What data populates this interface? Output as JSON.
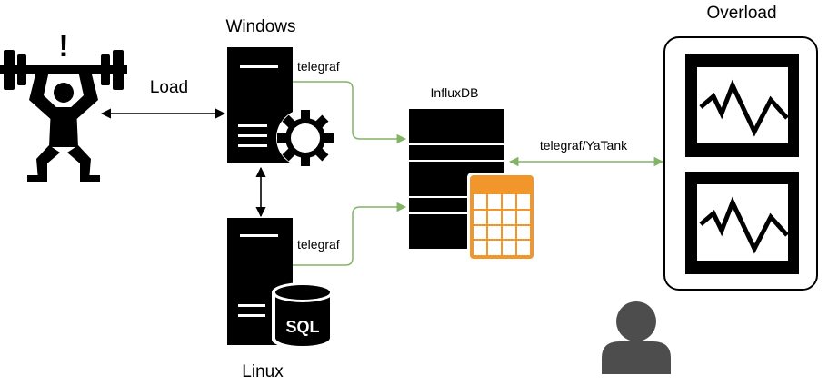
{
  "labels": {
    "load": "Load",
    "windows": "Windows",
    "linux": "Linux",
    "influxdb": "InfluxDB",
    "overload": "Overload",
    "telegraf_windows": "telegraf",
    "telegraf_linux": "telegraf",
    "telegraf_yatank": "telegraf/YaTank",
    "sql": "SQL",
    "alert": "!"
  },
  "icons": {
    "load_generator": "weightlifter-icon",
    "windows_server": "server-gear-icon",
    "linux_server": "server-database-icon",
    "influxdb": "database-table-icon",
    "monitor": "dashboard-monitor-icon",
    "user": "person-icon"
  },
  "colors": {
    "black": "#000000",
    "green_connector": "#82b366",
    "orange_table": "#f0962a",
    "person_gray": "#4d4d4d"
  }
}
